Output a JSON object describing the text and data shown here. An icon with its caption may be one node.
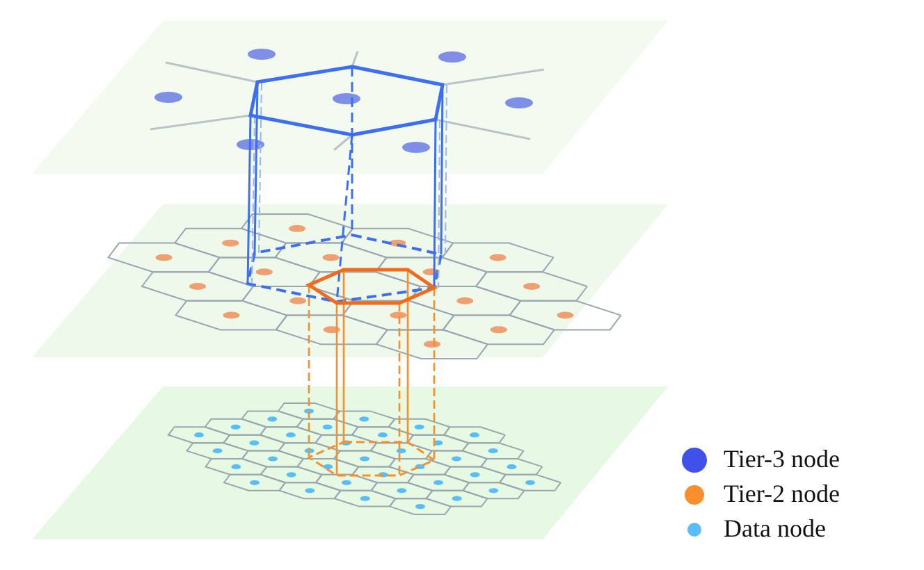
{
  "diagram": {
    "legend": [
      {
        "text": "Tier-3 node",
        "color": "#3f51e8"
      },
      {
        "text": "Tier-2 node",
        "color": "#f98f2c"
      },
      {
        "text": "Data node",
        "color": "#59bdf9"
      }
    ]
  }
}
